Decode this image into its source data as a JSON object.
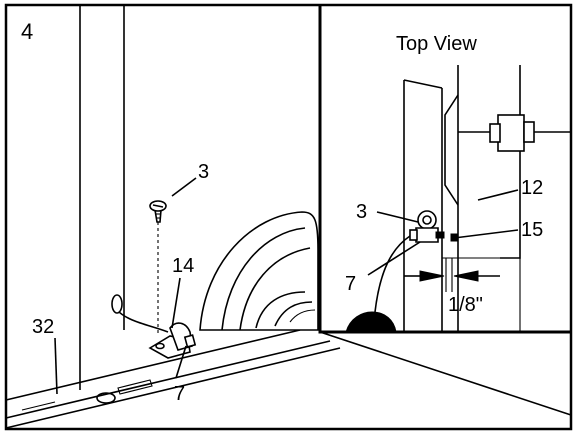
{
  "step_number": "4",
  "inset": {
    "title": "Top View",
    "labels": {
      "bolt": "3",
      "wheel": "12",
      "gap_part": "15",
      "bracket": "7",
      "gap": "1/8\""
    }
  },
  "main": {
    "labels": {
      "bolt": "3",
      "sensor": "14",
      "frame": "32",
      "bracket": "7"
    }
  }
}
